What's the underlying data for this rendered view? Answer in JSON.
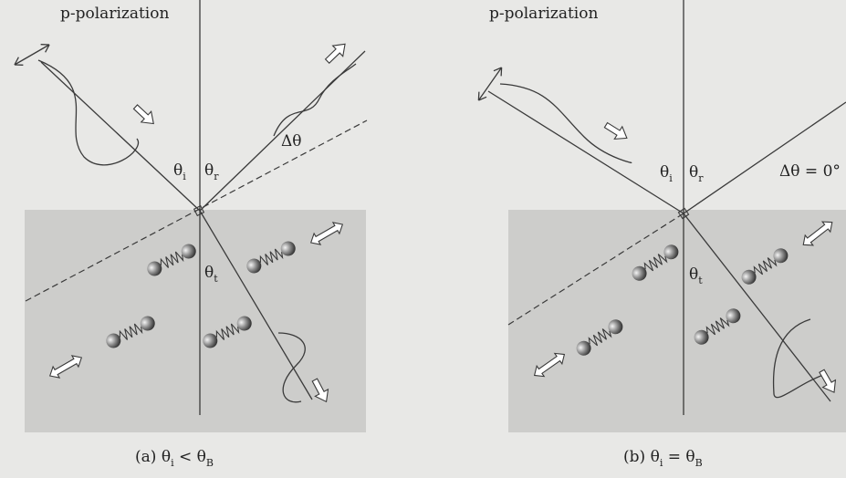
{
  "panels": [
    {
      "title": "p-polarization",
      "caption_prefix": "(a) ",
      "caption": {
        "lhs": "θ",
        "lhs_sub": "i",
        "op": " < ",
        "rhs": "θ",
        "rhs_sub": "B"
      },
      "angle_incident": {
        "symbol": "θ",
        "sub": "i"
      },
      "angle_reflected": {
        "symbol": "θ",
        "sub": "r"
      },
      "angle_transmitted": {
        "symbol": "θ",
        "sub": "t"
      },
      "deviation_label": "Δθ"
    },
    {
      "title": "p-polarization",
      "caption_prefix": "(b) ",
      "caption": {
        "lhs": "θ",
        "lhs_sub": "i",
        "op": " = ",
        "rhs": "θ",
        "rhs_sub": "B"
      },
      "angle_incident": {
        "symbol": "θ",
        "sub": "i"
      },
      "angle_reflected": {
        "symbol": "θ",
        "sub": "r"
      },
      "angle_transmitted": {
        "symbol": "θ",
        "sub": "t"
      },
      "deviation_label": "Δθ = 0°"
    }
  ],
  "colors": {
    "background": "#e8e8e6",
    "medium": "#cdcdcb",
    "line": "#3a3a3a"
  }
}
